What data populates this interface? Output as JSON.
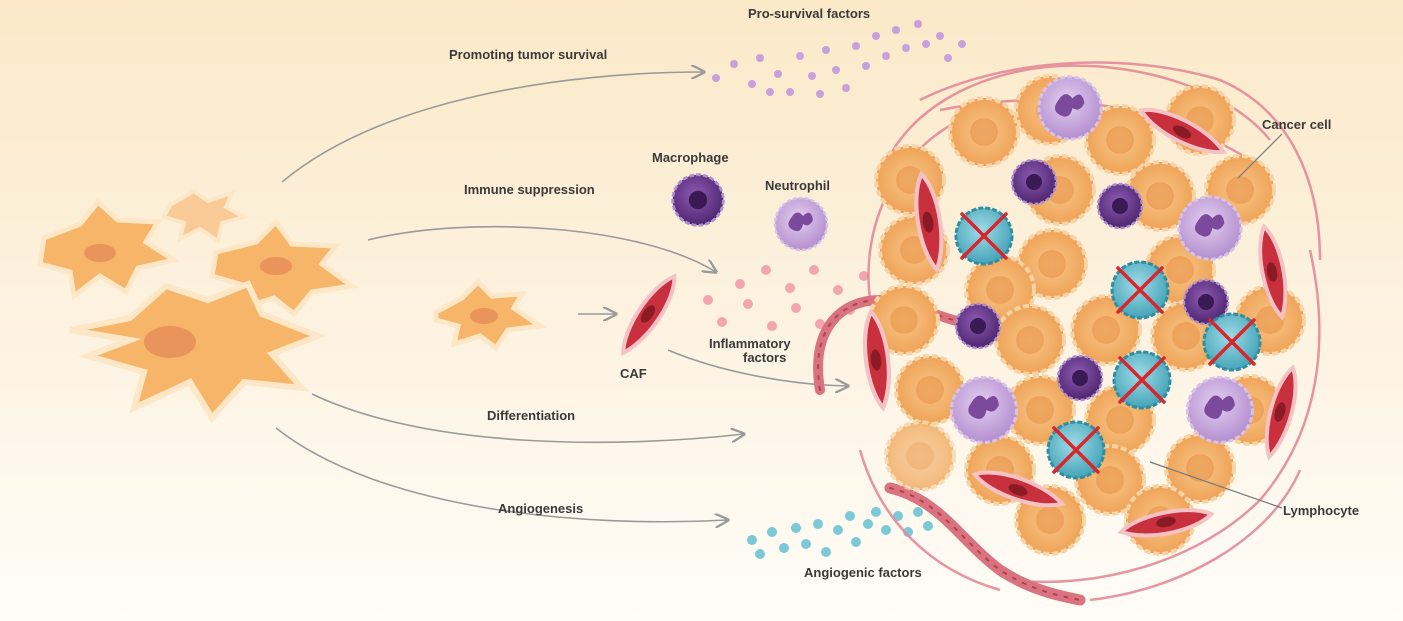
{
  "labels": {
    "pro_survival_factors": "Pro-survival factors",
    "promoting_tumor_survival": "Promoting tumor survival",
    "immune_suppression": "Immune suppression",
    "macrophage": "Macrophage",
    "neutrophil": "Neutrophil",
    "caf": "CAF",
    "inflammatory_factors_line1": "Inflammatory",
    "inflammatory_factors_line2": "factors",
    "differentiation": "Differentiation",
    "angiogenesis": "Angiogenesis",
    "angiogenic_factors": "Angiogenic factors",
    "cancer_cell": "Cancer cell",
    "lymphocyte": "Lymphocyte"
  },
  "colors": {
    "fibroblast_fill": "#f7b56a",
    "fibroblast_edge": "#fde7c6",
    "fibroblast_nucleus": "#e9945a",
    "cancer_cell": "#f0a95e",
    "cancer_nucleus": "#e4934c",
    "macrophage": "#6a3d8f",
    "neutrophil": "#c9a8dd",
    "caf": "#c9303d",
    "caf_edge": "#f4c2c5",
    "lymphocyte": "#5fb7c8",
    "cross": "#d9262c",
    "pro_survival_dots": "#c7a0dc",
    "inflammatory_dots": "#f2a6ad",
    "angiogenic_dots": "#7cc9d6",
    "vessel": "#d9737f",
    "arrow": "#9a9a9a"
  }
}
